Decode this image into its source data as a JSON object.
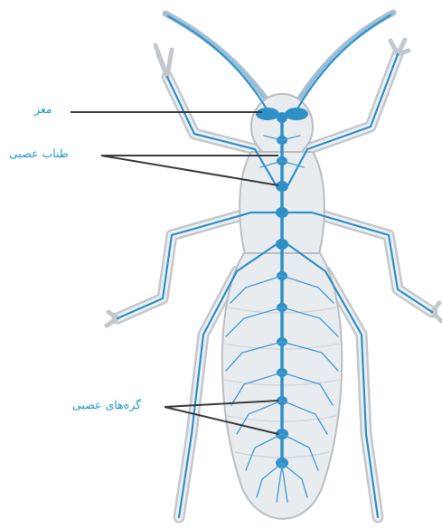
{
  "labels": {
    "brain": "مغز",
    "nerve_cord": "طناب عصبی",
    "ganglia": "گره‌های عصبی"
  },
  "colors": {
    "nerve": "#2f90c8",
    "nerve_light": "#86c3e6",
    "body_fill": "#e9ecef",
    "body_outline": "#b9bec4",
    "leader": "#3a3a3a",
    "label_text": "#1e96d2"
  }
}
